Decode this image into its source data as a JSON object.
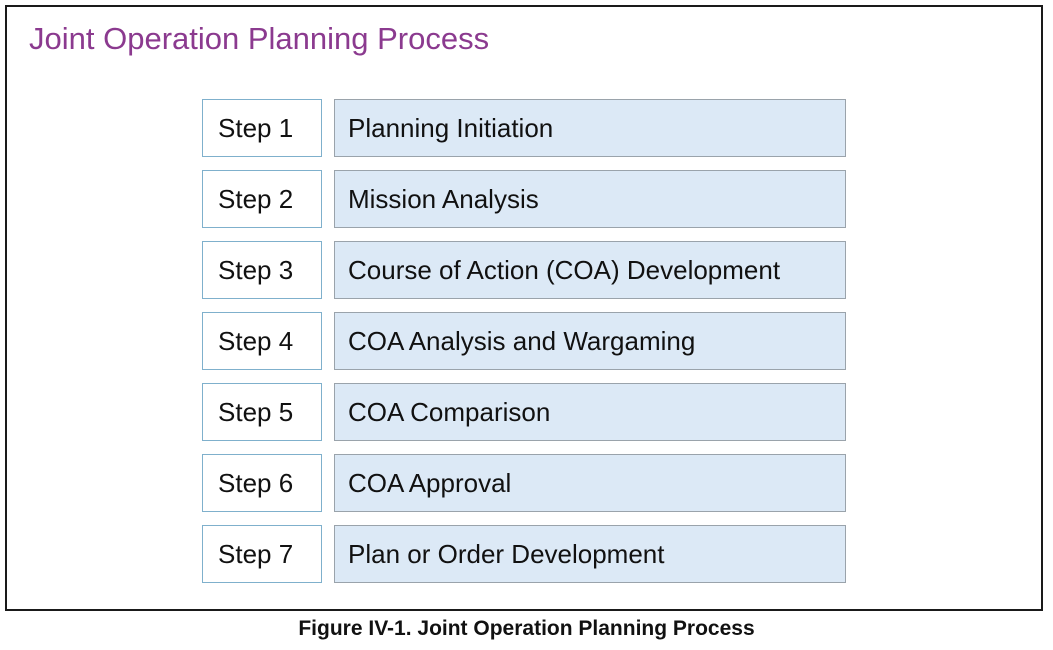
{
  "title": "Joint Operation Planning Process",
  "caption": "Figure IV-1.  Joint Operation Planning Process",
  "colors": {
    "title_text": "#8b3a8f",
    "step_border": "#7fb0cc",
    "desc_fill": "#dce9f6",
    "desc_border": "#9aa3ab",
    "frame_border": "#1a1a1a"
  },
  "steps": [
    {
      "label": "Step 1",
      "text": "Planning Initiation"
    },
    {
      "label": "Step 2",
      "text": "Mission Analysis"
    },
    {
      "label": "Step 3",
      "text": "Course of Action (COA) Development"
    },
    {
      "label": "Step 4",
      "text": "COA Analysis and Wargaming"
    },
    {
      "label": "Step 5",
      "text": "COA Comparison"
    },
    {
      "label": "Step 6",
      "text": "COA Approval"
    },
    {
      "label": "Step 7",
      "text": "Plan or Order Development"
    }
  ]
}
